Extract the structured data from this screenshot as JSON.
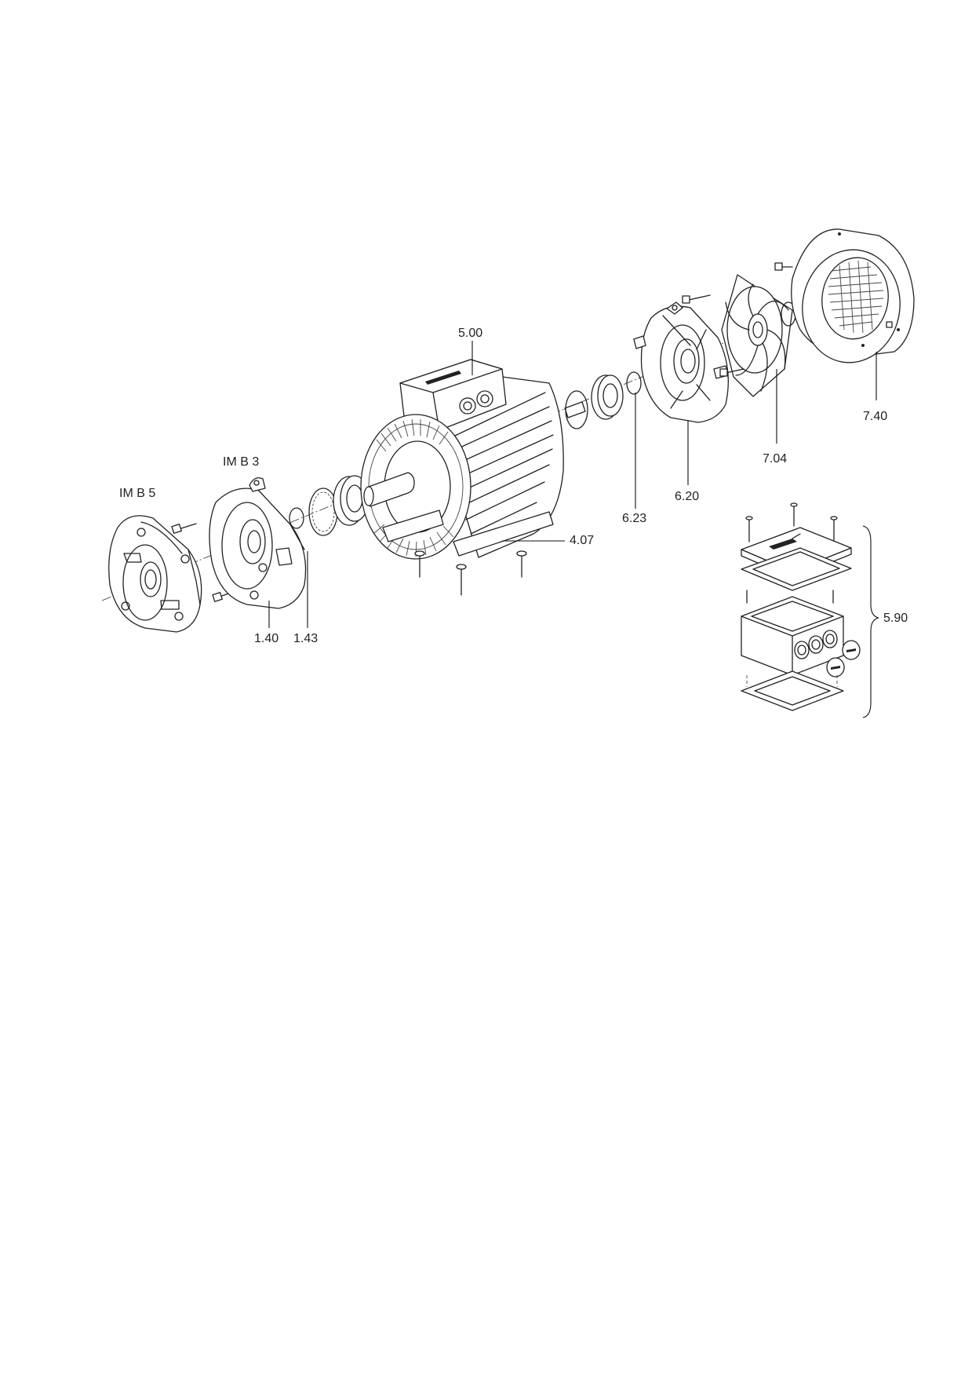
{
  "callouts": {
    "c_500": "5.00",
    "c_740": "7.40",
    "c_704": "7.04",
    "c_620": "6.20",
    "c_623": "6.23",
    "c_407": "4.07",
    "c_590": "5.90",
    "c_140": "1.40",
    "c_143": "1.43"
  },
  "variants": {
    "imb3": "IM B 3",
    "imb5": "IM B 5"
  }
}
